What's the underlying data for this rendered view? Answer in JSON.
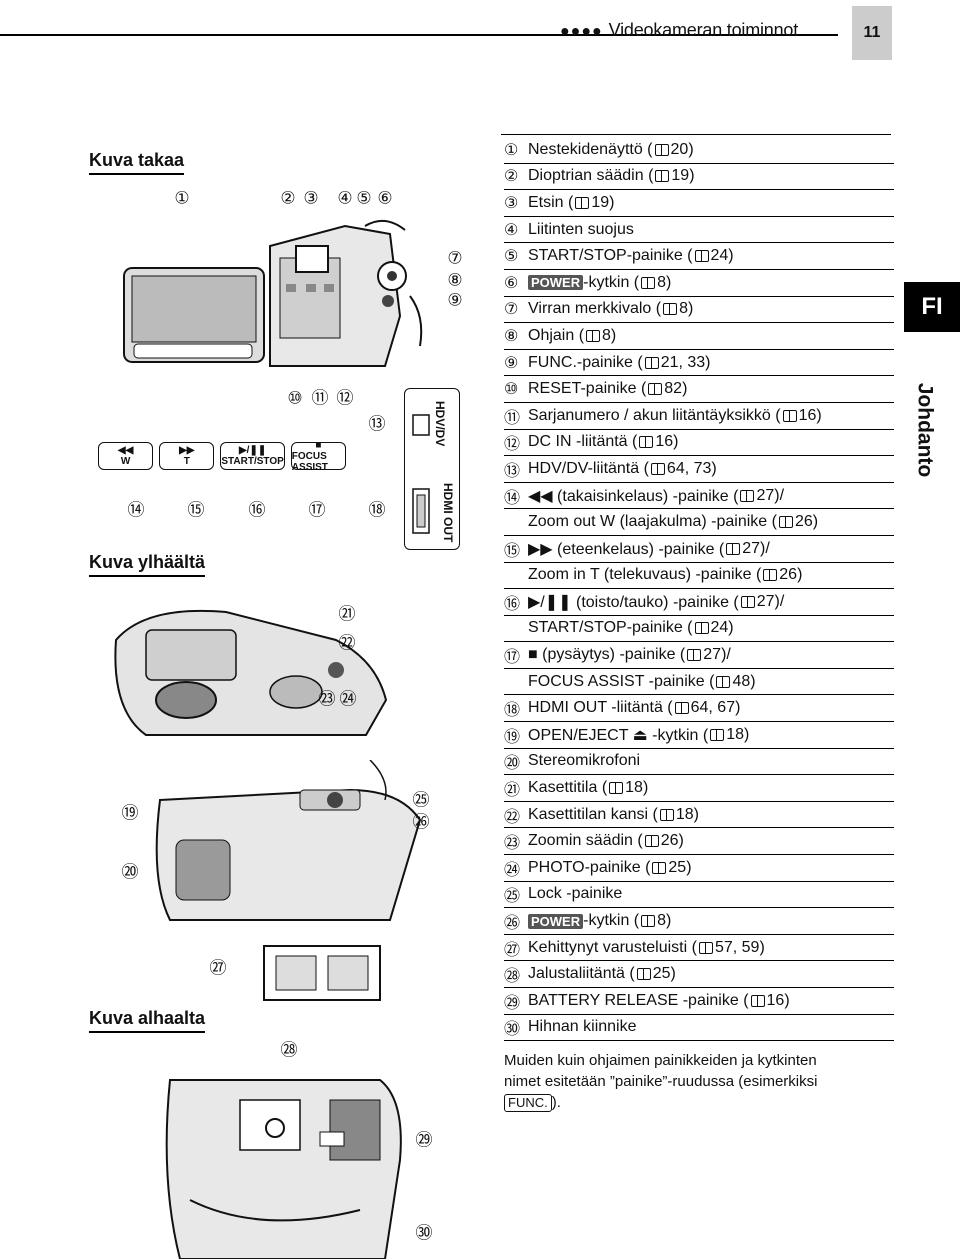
{
  "header": {
    "dots": "●●●●",
    "title": "Videokameran toiminnot",
    "page": "11"
  },
  "side": {
    "lang_tab": "FI",
    "chapter": "Johdanto"
  },
  "sections": {
    "back": "Kuva takaa",
    "top": "Kuva ylhäältä",
    "bottom": "Kuva alhaalta"
  },
  "strip_buttons": [
    {
      "icon": "◀◀",
      "label": "W"
    },
    {
      "icon": "▶▶",
      "label": "T"
    },
    {
      "icon": "▶/❚❚",
      "label": "START/STOP"
    },
    {
      "icon": "■",
      "label": "FOCUS ASSIST"
    }
  ],
  "port_labels": {
    "hdv": "HDV/DV",
    "hdmi": "HDMI OUT"
  },
  "callouts": [
    "①",
    "②",
    "③",
    "④",
    "⑤",
    "⑥",
    "⑦",
    "⑧",
    "⑨",
    "⑩",
    "⑪",
    "⑫",
    "⑬",
    "⑭",
    "⑮",
    "⑯",
    "⑰",
    "⑱",
    "⑲",
    "⑳",
    "㉑",
    "㉒",
    "㉓",
    "㉔",
    "㉕",
    "㉖",
    "㉗",
    "㉘",
    "㉙",
    "㉚"
  ],
  "items": [
    {
      "num": "①",
      "pre": "Nestekidenäyttö (",
      "ref": "20)"
    },
    {
      "num": "②",
      "pre": "Dioptrian säädin (",
      "ref": "19)"
    },
    {
      "num": "③",
      "pre": "Etsin (",
      "ref": "19)"
    },
    {
      "num": "④",
      "pre": "Liitinten suojus",
      "ref": ""
    },
    {
      "num": "⑤",
      "pre": "START/STOP-painike (",
      "ref": "24)"
    },
    {
      "num": "⑥",
      "power": "POWER",
      "pre": "-kytkin (",
      "ref": "8)"
    },
    {
      "num": "⑦",
      "pre": "Virran merkkivalo (",
      "ref": "8)"
    },
    {
      "num": "⑧",
      "pre": "Ohjain (",
      "ref": "8)"
    },
    {
      "num": "⑨",
      "pre": "FUNC.-painike (",
      "ref": "21, 33)"
    },
    {
      "num": "⑩",
      "pre": "RESET-painike (",
      "ref": "82)"
    },
    {
      "num": "⑪",
      "pre": "Sarjanumero / akun liitäntäyksikkö (",
      "ref": "16)"
    },
    {
      "num": "⑫",
      "pre": "DC IN -liitäntä (",
      "ref": "16)"
    },
    {
      "num": "⑬",
      "pre": "HDV/DV-liitäntä (",
      "ref": "64, 73)"
    },
    {
      "num": "⑭",
      "pre": "◀◀  (takaisinkelaus) -painike (",
      "ref": "27)/"
    },
    {
      "num": "",
      "pre": "Zoom out W (laajakulma) -painike (",
      "ref": "26)"
    },
    {
      "num": "⑮",
      "pre": "▶▶  (eteenkelaus) -painike (",
      "ref": "27)/"
    },
    {
      "num": "",
      "pre": "Zoom in T (telekuvaus) -painike (",
      "ref": "26)"
    },
    {
      "num": "⑯",
      "pre": "▶/❚❚ (toisto/tauko) -painike (",
      "ref": "27)/"
    },
    {
      "num": "",
      "pre": "START/STOP-painike (",
      "ref": "24)"
    },
    {
      "num": "⑰",
      "pre": "■  (pysäytys) -painike (",
      "ref": "27)/"
    },
    {
      "num": "",
      "pre": "FOCUS ASSIST -painike (",
      "ref": "48)"
    },
    {
      "num": "⑱",
      "pre": "HDMI OUT -liitäntä (",
      "ref": "64, 67)"
    },
    {
      "num": "⑲",
      "pre": "OPEN/EJECT ⏏ -kytkin (",
      "ref": "18)"
    },
    {
      "num": "⑳",
      "pre": "Stereomikrofoni",
      "ref": ""
    },
    {
      "num": "㉑",
      "pre": "Kasettitila (",
      "ref": "18)"
    },
    {
      "num": "㉒",
      "pre": "Kasettitilan kansi (",
      "ref": "18)"
    },
    {
      "num": "㉓",
      "pre": "Zoomin säädin (",
      "ref": "26)"
    },
    {
      "num": "㉔",
      "pre": "PHOTO-painike (",
      "ref": "25)"
    },
    {
      "num": "㉕",
      "pre": "Lock -painike",
      "ref": ""
    },
    {
      "num": "㉖",
      "power": "POWER",
      "pre": "-kytkin (",
      "ref": "8)"
    },
    {
      "num": "㉗",
      "pre": "Kehittynyt varusteluisti (",
      "ref": "57, 59)"
    },
    {
      "num": "㉘",
      "pre": "Jalustaliitäntä (",
      "ref": "25)"
    },
    {
      "num": "㉙",
      "pre": "BATTERY RELEASE -painike (",
      "ref": "16)"
    },
    {
      "num": "㉚",
      "pre": "Hihnan kiinnike",
      "ref": ""
    }
  ],
  "note": {
    "line1": "Muiden kuin ohjaimen painikkeiden ja kytkinten",
    "line2": "nimet esitetään ”painike”-ruudussa (esimerkiksi",
    "key": "FUNC.",
    "end": ")."
  }
}
